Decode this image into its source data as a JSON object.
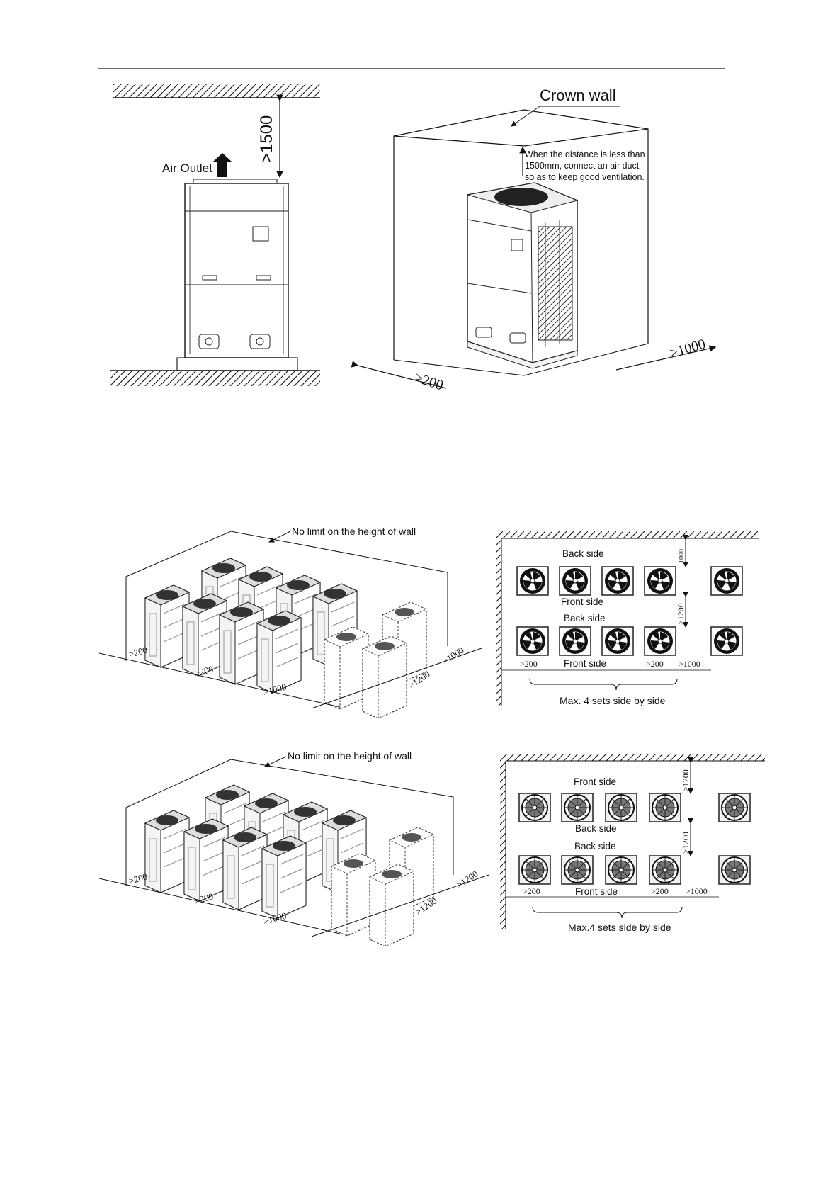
{
  "page": {
    "background": "#ffffff",
    "ink": "#111111"
  },
  "top_left": {
    "clearance_label": ">1500",
    "air_outlet_label": "Air Outlet"
  },
  "top_right": {
    "crown_wall_label": "Crown wall",
    "note_lines": [
      "When the distance is less than",
      "1500mm, connect an air duct",
      "so as to keep good ventilation."
    ],
    "left_clearance": ">200",
    "right_clearance": ">1000"
  },
  "mid_iso": {
    "wall_label": "No limit on the height of wall",
    "dims": [
      ">200",
      ">200",
      ">1000",
      ">1200",
      ">1000"
    ]
  },
  "mid_plan": {
    "top_clearance": "1000",
    "row_clearance": ">1200",
    "row1_top_label": "Back side",
    "row1_bottom_label": "Front side",
    "row2_top_label": "Back side",
    "row2_bottom_label": "Front side",
    "side_left": ">200",
    "side_mid": ">200",
    "side_right": ">1000",
    "max_label": "Max. 4 sets side by side"
  },
  "bottom_iso": {
    "wall_label": "No limit on the height of wall",
    "dims": [
      ">200",
      ">200",
      ">1000",
      ">1200",
      ">1200"
    ]
  },
  "bottom_plan": {
    "top_clearance": ">1200",
    "row_clearance": ">1200",
    "row1_top_label": "Front side",
    "row1_bottom_label": "Back side",
    "row2_top_label": "Back side",
    "row2_bottom_label": "Front side",
    "side_left": ">200",
    "side_mid": ">200",
    "side_right": ">1000",
    "max_label": "Max.4 sets side by side"
  }
}
